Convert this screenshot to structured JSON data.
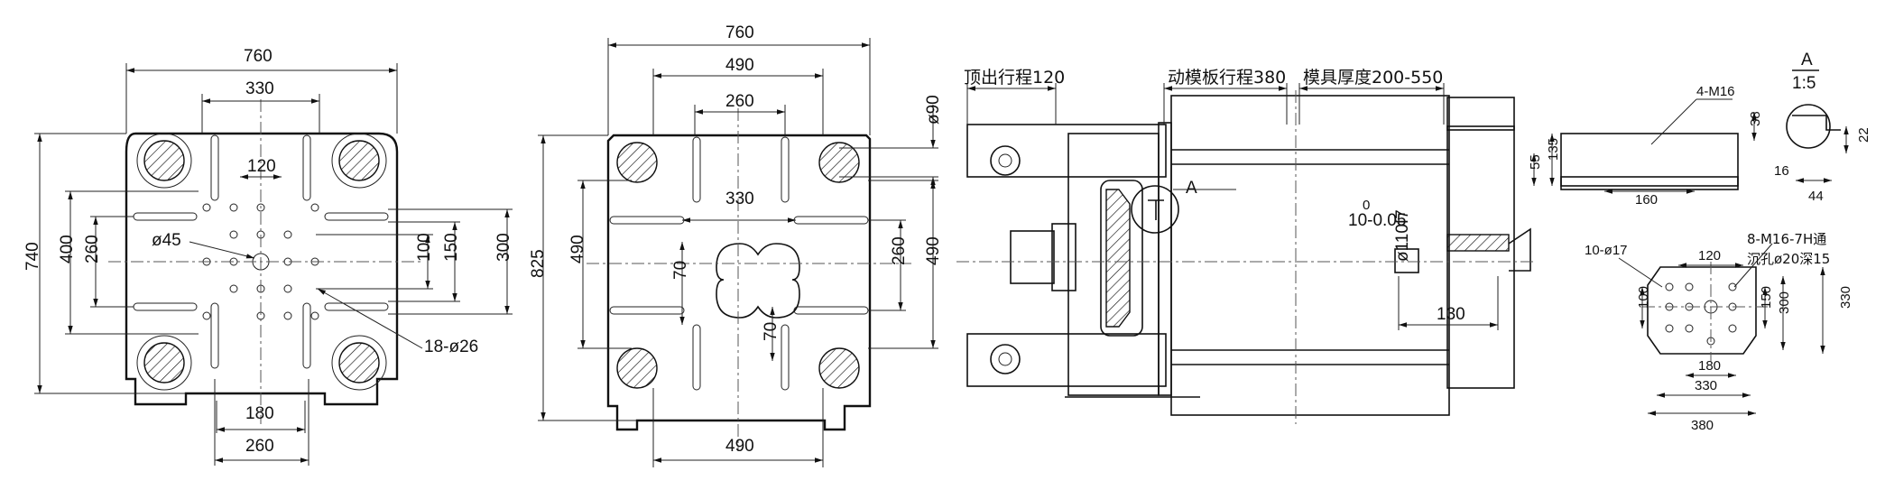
{
  "view1": {
    "w760": "760",
    "w330": "330",
    "w120": "120",
    "dia45": "ø45",
    "h740": "740",
    "h400": "400",
    "h260": "260",
    "r100": "100",
    "r150": "150",
    "r300": "300",
    "holes": "18-ø26",
    "b180": "180",
    "b260": "260"
  },
  "view2": {
    "w760": "760",
    "w490": "490",
    "w260": "260",
    "w330": "330",
    "dia90": "ø90",
    "h825": "825",
    "h490": "490",
    "r260": "260",
    "r490": "490",
    "c70a": "70",
    "c70b": "70",
    "b490": "490"
  },
  "view3": {
    "ejector_stroke": "顶出行程120",
    "platen_stroke": "动模板行程380",
    "mold_thickness": "模具厚度200-550",
    "tol": "10-0.05",
    "tol_upper": "0",
    "shaft": "ø110f7",
    "d130": "130",
    "detail_ref": "A"
  },
  "view4": {
    "detail_label": "A",
    "scale": "1:5",
    "thread_top": "4-M16",
    "d135": "135",
    "d55": "55",
    "d160": "160",
    "d38": "38",
    "d22": "22",
    "d16": "16",
    "d44": "44",
    "holes10": "10-ø17",
    "thread_note": "8-M16-7H通",
    "counterbore": "沉孔ø20深15",
    "d120": "120",
    "d100": "100",
    "d150": "150",
    "d300": "300",
    "d330v": "330",
    "d180": "180",
    "d330h": "330",
    "d380": "380"
  }
}
